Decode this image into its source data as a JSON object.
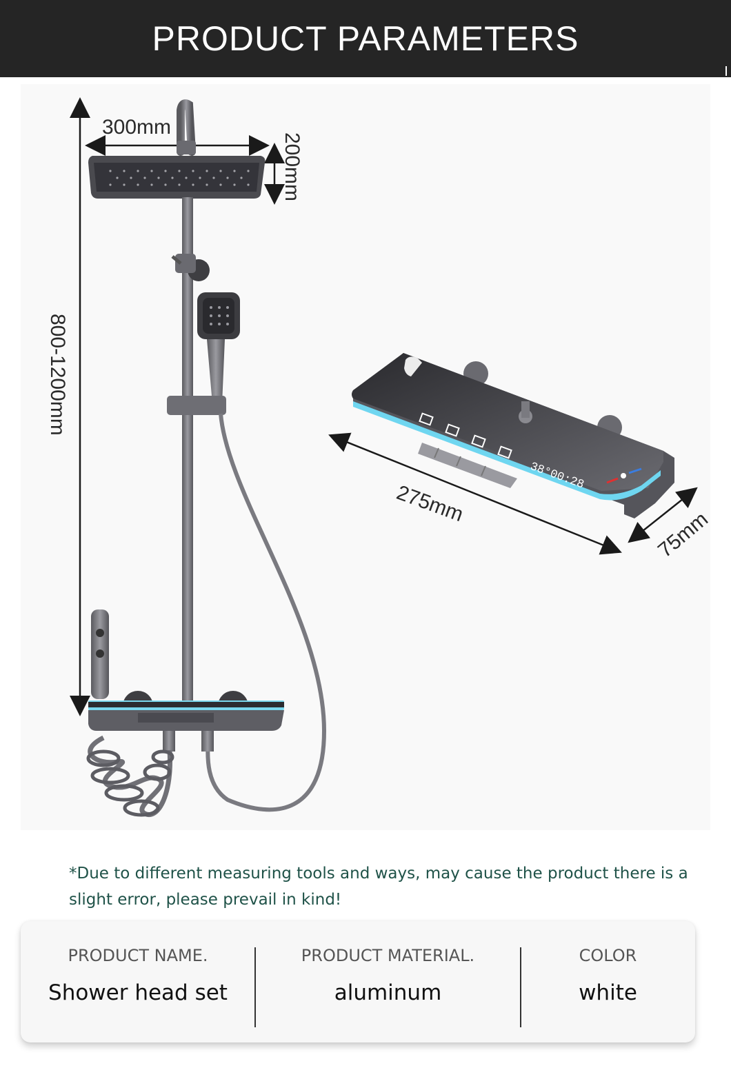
{
  "header": {
    "title": "PRODUCT PARAMETERS"
  },
  "dimensions": {
    "head_width": "300mm",
    "head_depth": "200mm",
    "height_range": "800-1200mm",
    "shelf_length": "275mm",
    "shelf_depth": "75mm"
  },
  "display": {
    "readout": "38°00:28"
  },
  "note": {
    "text": "*Due to different measuring tools and ways, may cause the product there is a slight error, please prevail in kind!"
  },
  "specs": [
    {
      "label": "PRODUCT NAME.",
      "value": "Shower head set"
    },
    {
      "label": "PRODUCT MATERIAL.",
      "value": "aluminum"
    },
    {
      "label": "COLOR",
      "value": "white"
    }
  ],
  "colors": {
    "header_bg": "#252525",
    "note_text": "#1f5248",
    "led_glow": "#6fd6f0",
    "metal": "#6e6e72"
  }
}
